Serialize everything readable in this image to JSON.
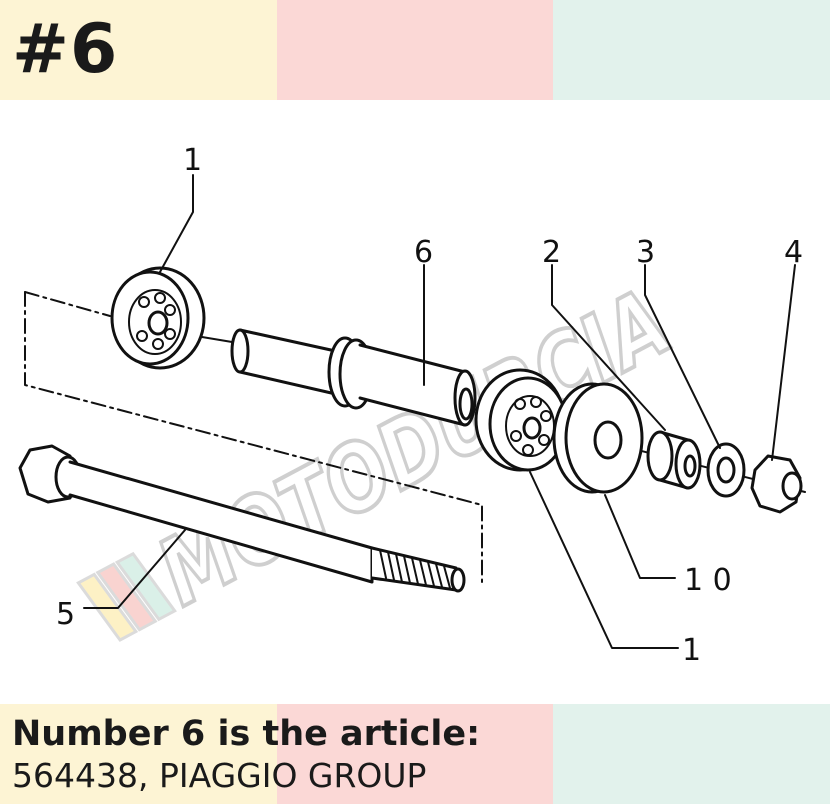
{
  "badge": "#6",
  "watermark": "MOTODURCIA",
  "callouts": {
    "c1_top": "1",
    "c6": "6",
    "c2": "2",
    "c3": "3",
    "c4": "4",
    "c5": "5",
    "c10": "1 0",
    "c1_bottom": "1"
  },
  "caption": {
    "title": "Number 6 is the article:",
    "subtitle": "564438, PIAGGIO GROUP"
  },
  "colors": {
    "band_yellow": "#fdf4d4",
    "band_pink": "#fbd8d6",
    "band_mint": "#e2f2ec"
  }
}
